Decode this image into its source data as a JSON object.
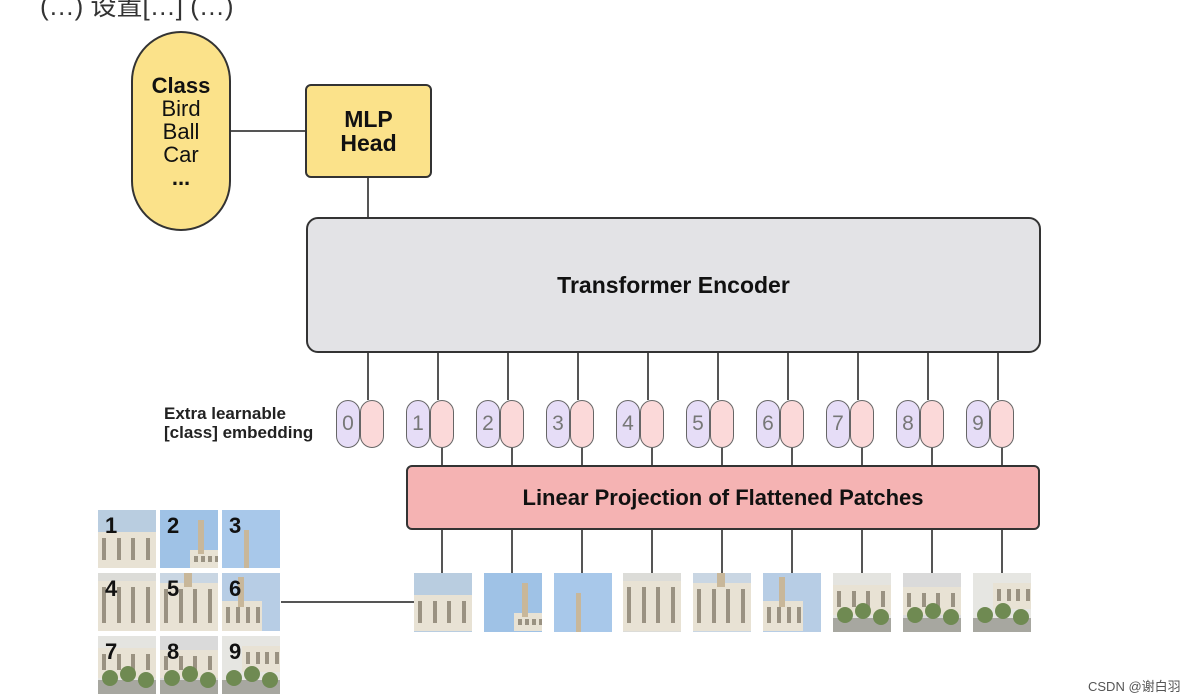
{
  "top_caption_fragment": "(…) 设置[…] (…)",
  "class_box": {
    "title": "Class",
    "items": [
      "Bird",
      "Ball",
      "Car",
      "..."
    ]
  },
  "mlp_head": {
    "line1": "MLP",
    "line2": "Head"
  },
  "encoder": {
    "label": "Transformer Encoder"
  },
  "projection": {
    "label": "Linear Projection of Flattened Patches"
  },
  "extra_embedding": {
    "line1": "Extra learnable",
    "line2": "[class] embedding"
  },
  "tokens": [
    "0",
    "1",
    "2",
    "3",
    "4",
    "5",
    "6",
    "7",
    "8",
    "9"
  ],
  "grid_numbers": [
    "1",
    "2",
    "3",
    "4",
    "5",
    "6",
    "7",
    "8",
    "9"
  ],
  "watermark": "CSDN @谢白羽",
  "colors": {
    "yellow_box": "#fbe28a",
    "encoder_gray": "#e3e3e6",
    "projection_pink": "#f5b3b3",
    "position_purple": "#e6ddf7",
    "embedding_pink": "#fbd9d9"
  }
}
